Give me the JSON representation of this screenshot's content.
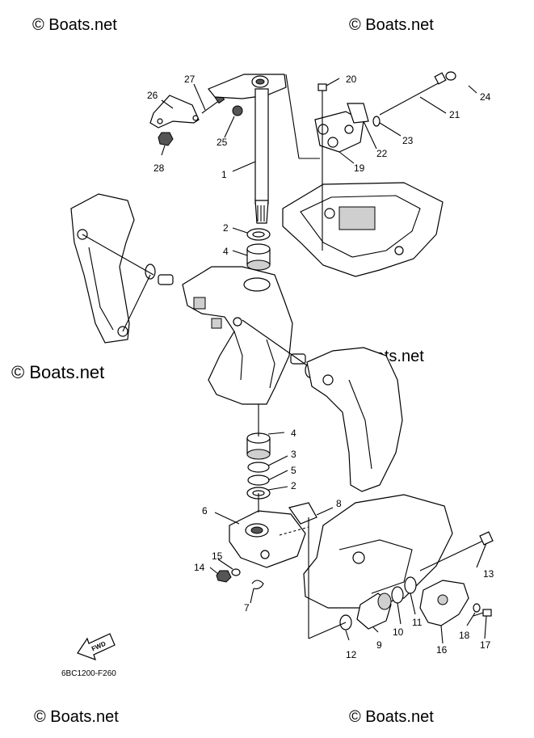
{
  "watermarks": {
    "top_left": "© Boats.net",
    "top_right": "© Boats.net",
    "middle_left": "© Boats.net",
    "middle_right": "© Boats.net",
    "bottom_left": "© Boats.net",
    "bottom_right": "© Boats.net"
  },
  "part_labels": {
    "p1": "1",
    "p2a": "2",
    "p2b": "2",
    "p3": "3",
    "p4a": "4",
    "p4b": "4",
    "p5": "5",
    "p6": "6",
    "p7": "7",
    "p8": "8",
    "p9": "9",
    "p10": "10",
    "p11": "11",
    "p12": "12",
    "p13": "13",
    "p14": "14",
    "p15": "15",
    "p16": "16",
    "p17": "17",
    "p18": "18",
    "p19": "19",
    "p20": "20",
    "p21": "21",
    "p22": "22",
    "p23": "23",
    "p24": "24",
    "p25": "25",
    "p26": "26",
    "p27": "27",
    "p28": "28"
  },
  "fwd_label": "FWD",
  "diagram_code": "6BC1200-F260",
  "colors": {
    "ink": "#000000",
    "watermark": "#c8c8c8",
    "shade": "#cfcfcf"
  }
}
